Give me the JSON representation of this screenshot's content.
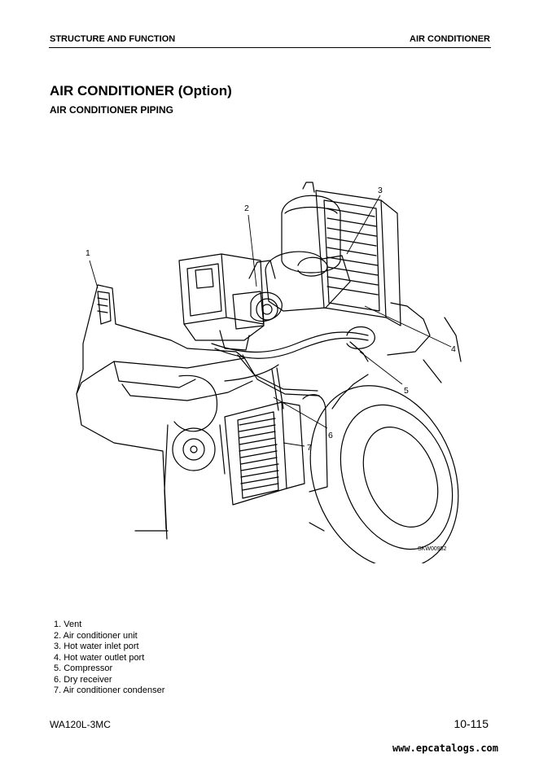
{
  "header": {
    "section": "STRUCTURE AND FUNCTION",
    "topic": "AIR CONDITIONER"
  },
  "title": "AIR CONDITIONER (Option)",
  "subtitle": "AIR CONDITIONER PIPING",
  "figure": {
    "code": "SKW00952",
    "callouts": [
      "1",
      "2",
      "3",
      "4",
      "5",
      "6",
      "7"
    ]
  },
  "legend": [
    "1. Vent",
    "2. Air conditioner unit",
    "3. Hot water inlet port",
    "4. Hot water outlet port",
    "5. Compressor",
    "6. Dry receiver",
    "7. Air conditioner condenser"
  ],
  "footer": {
    "model": "WA120L-3MC",
    "page": "10-115"
  },
  "watermark": "www.epcatalogs.com"
}
